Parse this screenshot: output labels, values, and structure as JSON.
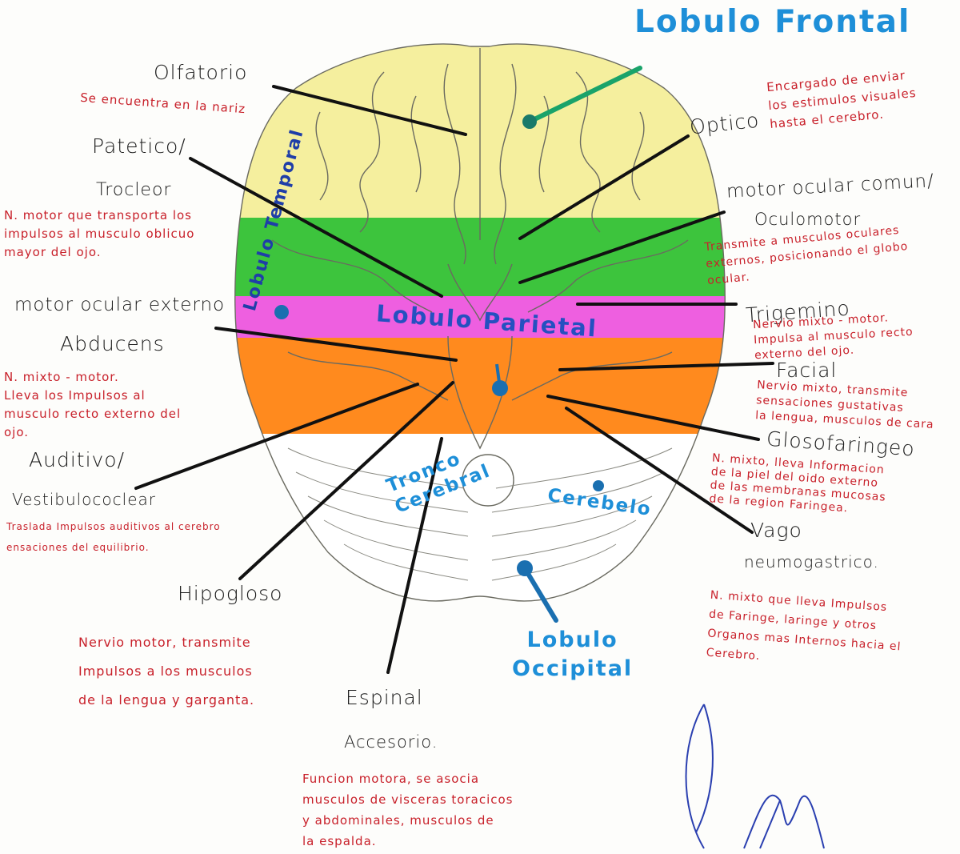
{
  "lobes": {
    "frontal": "Lobulo Frontal",
    "parietal": "Lobulo Parietal",
    "temporal": "Lobulo Temporal",
    "tronco": [
      "Tronco",
      "Cerebral"
    ],
    "cerebelo": "Cerebelo",
    "occipital": [
      "Lobulo",
      "Occipital"
    ]
  },
  "nerves": {
    "olfatorio": "Olfatorio",
    "optico": "Optico",
    "patetico": [
      "Patetico/",
      "Trocleor"
    ],
    "motor_ocular_comun": [
      "motor ocular comun/",
      "Oculomotor"
    ],
    "trigemino": "Trigemino",
    "motor_ocular_externo": [
      "motor ocular externo",
      "Abducens"
    ],
    "facial": "Facial",
    "glosofaringeo": "Glosofaringeo",
    "auditivo": [
      "Auditivo/",
      "Vestibulococlear"
    ],
    "vago": [
      "Vago",
      "neumogastrico."
    ],
    "hipogloso": "Hipogloso",
    "espinal": [
      "Espinal",
      "Accesorio."
    ]
  },
  "notes": {
    "olfatorio": [
      "Se encuentra en la nariz"
    ],
    "optico": [
      "Encargado de enviar",
      "los estimulos visuales",
      "hasta el cerebro."
    ],
    "patetico": [
      "N. motor que transporta los",
      "impulsos al musculo oblicuo",
      "mayor del ojo."
    ],
    "oculomotor": [
      "Transmite a musculos oculares",
      "externos, posicionando el globo",
      "ocular."
    ],
    "trigemino": [
      "Nervio mixto - motor.",
      "Impulsa al musculo recto",
      "externo del ojo."
    ],
    "abducens": [
      "N. mixto - motor.",
      "Lleva los Impulsos al",
      "musculo recto externo del",
      "ojo."
    ],
    "facial": [
      "Nervio mixto, transmite",
      "sensaciones gustativas",
      "la lengua, musculos de cara"
    ],
    "glosofaringeo": [
      "N. mixto, lleva Informacion",
      "de la piel del oido externo",
      "de las membranas mucosas",
      "de la region Faringea."
    ],
    "auditivo": [
      "Traslada Impulsos auditivos al cerebro",
      "ensaciones del equilibrio."
    ],
    "vago": [
      "N. mixto que lleva Impulsos",
      "de Faringe, laringe y otros",
      "Organos mas Internos hacia el",
      "Cerebro."
    ],
    "hipogloso": [
      "Nervio motor, transmite",
      "Impulsos a los musculos",
      "de la lengua y garganta."
    ],
    "espinal": [
      "Funcion motora, se asocia",
      "musculos de visceras toracicos",
      "y abdominales, musculos de",
      "la espalda."
    ]
  },
  "colors": {
    "frontal": "#f5ef9e",
    "temporal_band": "#3dc43d",
    "parietal_band": "#ee5fe0",
    "occipital_band": "#ff8a1e",
    "lobe_text": "#1e8fd8",
    "note_text": "#c8202a",
    "dot": "#1a6fb0",
    "temporal_text": "#1f3ea8"
  }
}
